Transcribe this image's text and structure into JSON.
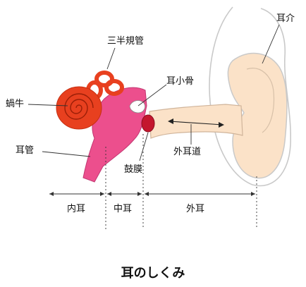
{
  "labels": {
    "semicircular_canals": "三半規管",
    "ossicles": "耳小骨",
    "cochlea": "蝸牛",
    "eustachian_tube": "耳管",
    "eardrum": "鼓膜",
    "ear_canal": "外耳道",
    "auricle": "耳介"
  },
  "sections": {
    "inner": "内耳",
    "middle": "中耳",
    "outer": "外耳"
  },
  "caption": "耳のしくみ",
  "colors": {
    "cochlea": "#e8401f",
    "middle_ear": "#ec4f8d",
    "eardrum": "#c4162e",
    "skin": "#fbe2c8",
    "line": "#333333"
  }
}
